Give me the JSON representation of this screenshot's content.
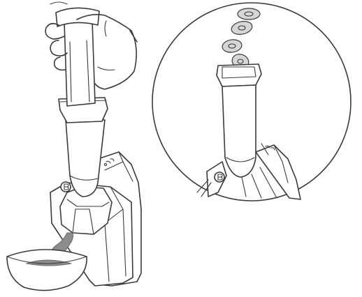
{
  "figure": {
    "panels": [
      {
        "name": "overall-view",
        "depicts": "hand-pushing-plunger-with-dessert-flowing-into-bowl"
      },
      {
        "name": "detail-view",
        "depicts": "frozen-fruit-slices-dropping-into-chute"
      }
    ],
    "colors": {
      "line": "#3a3a3a",
      "dessert": "#8c8c8c",
      "background": "#ffffff"
    },
    "icons": [
      "hand-icon",
      "plunger-icon",
      "machine-icon",
      "bowl-icon",
      "fruit-slice-icon",
      "button-b-icon"
    ]
  }
}
